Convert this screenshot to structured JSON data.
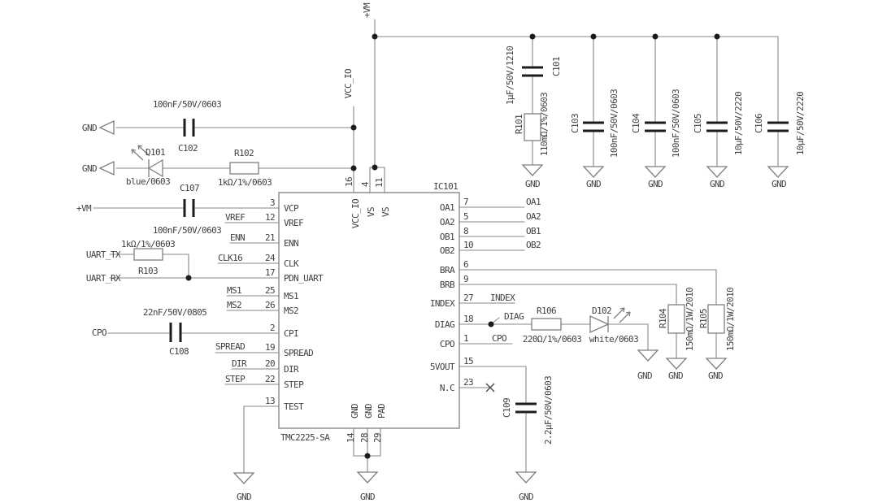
{
  "sch": {
    "gnd": "GND",
    "power": {
      "vm": "+VM",
      "vccio": "VCC_IO"
    },
    "terminals": {
      "uart_tx": "UART_TX",
      "uart_rx": "UART_RX",
      "cpo": "CPO"
    },
    "ic": {
      "ref": "IC101",
      "part": "TMC2225-SA",
      "left_pins": [
        {
          "num": "3",
          "name": "VCP"
        },
        {
          "num": "12",
          "name": "VREF"
        },
        {
          "num": "21",
          "name": "ENN"
        },
        {
          "num": "24",
          "name": "CLK"
        },
        {
          "num": "17",
          "name": "PDN_UART"
        },
        {
          "num": "25",
          "name": "MS1"
        },
        {
          "num": "26",
          "name": "MS2"
        },
        {
          "num": "2",
          "name": "CPI"
        },
        {
          "num": "19",
          "name": "SPREAD"
        },
        {
          "num": "20",
          "name": "DIR"
        },
        {
          "num": "22",
          "name": "STEP"
        },
        {
          "num": "13",
          "name": "TEST"
        }
      ],
      "right_pins": [
        {
          "num": "7",
          "name": "OA1"
        },
        {
          "num": "5",
          "name": "OA2"
        },
        {
          "num": "8",
          "name": "OB1"
        },
        {
          "num": "10",
          "name": "OB2"
        },
        {
          "num": "6",
          "name": "BRA"
        },
        {
          "num": "9",
          "name": "BRB"
        },
        {
          "num": "27",
          "name": "INDEX"
        },
        {
          "num": "18",
          "name": "DIAG"
        },
        {
          "num": "1",
          "name": "CPO"
        },
        {
          "num": "15",
          "name": "5VOUT"
        },
        {
          "num": "23",
          "name": "N.C"
        }
      ],
      "top_pins": [
        {
          "num": "16",
          "name": "VCC_IO"
        },
        {
          "num": "4",
          "name": "VS"
        },
        {
          "num": "11",
          "name": "VS"
        }
      ],
      "bottom_pins": [
        {
          "num": "14",
          "name": "GND"
        },
        {
          "num": "28",
          "name": "GND"
        },
        {
          "num": "29",
          "name": "PAD"
        }
      ]
    },
    "net_labels": {
      "vref": "VREF",
      "enn": "ENN",
      "clk16": "CLK16",
      "ms1": "MS1",
      "ms2": "MS2",
      "spread": "SPREAD",
      "dir": "DIR",
      "step": "STEP",
      "oa1": "OA1",
      "oa2": "OA2",
      "ob1": "OB1",
      "ob2": "OB2",
      "index": "INDEX",
      "diag": "DIAG",
      "cpo": "CPO"
    },
    "components": {
      "c101": {
        "ref": "C101",
        "value": "1µF/50V/1210"
      },
      "c102": {
        "ref": "C102",
        "value": "100nF/50V/0603"
      },
      "c103": {
        "ref": "C103",
        "value": "100nF/50V/0603"
      },
      "c104": {
        "ref": "C104",
        "value": "100nF/50V/0603"
      },
      "c105": {
        "ref": "C105",
        "value": "10µF/50V/2220"
      },
      "c106": {
        "ref": "C106",
        "value": "10µF/50V/2220"
      },
      "c107": {
        "ref": "C107",
        "value": "100nF/50V/0603"
      },
      "c108": {
        "ref": "C108",
        "value": "22nF/50V/0805"
      },
      "c109": {
        "ref": "C109",
        "value": "2.2µF/50V/0603"
      },
      "r101": {
        "ref": "R101",
        "value": "110mΩ/1%/0603"
      },
      "r102": {
        "ref": "R102",
        "value": "1kΩ/1%/0603"
      },
      "r103": {
        "ref": "R103",
        "value": "1kΩ/1%/0603"
      },
      "r104": {
        "ref": "R104",
        "value": "150mΩ/1W/2010"
      },
      "r105": {
        "ref": "R105",
        "value": "150mΩ/1W/2010"
      },
      "r106": {
        "ref": "R106",
        "value": "220Ω/1%/0603"
      },
      "d101": {
        "ref": "D101",
        "value": "blue/0603"
      },
      "d102": {
        "ref": "D102",
        "value": "white/0603"
      }
    },
    "colors": {
      "wire": "#878787",
      "text": "#3f3f3f",
      "dark": "#1c1c1c"
    }
  }
}
